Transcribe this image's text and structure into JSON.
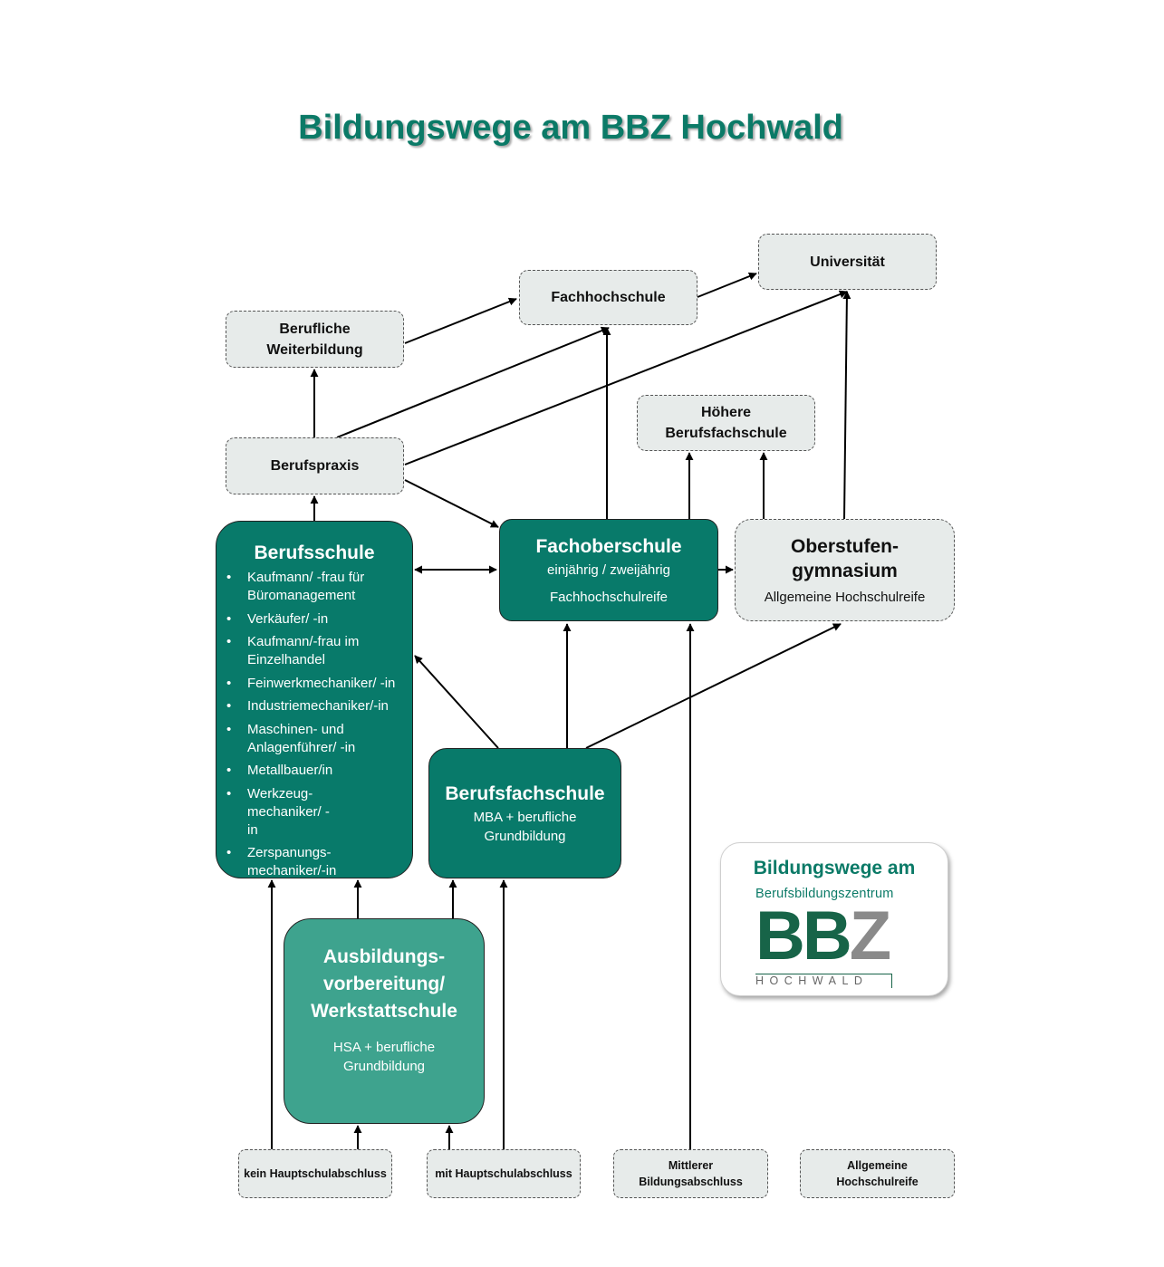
{
  "title": "Bildungswege am BBZ Hochwald",
  "nodes": {
    "universitaet": "Universität",
    "fachhochschule": "Fachhochschule",
    "berufliche_weiterbildung_1": "Berufliche",
    "berufliche_weiterbildung_2": "Weiterbildung",
    "hoehere_bfs_1": "Höhere",
    "hoehere_bfs_2": "Berufsfachschule",
    "berufspraxis": "Berufspraxis",
    "berufsschule": {
      "title": "Berufsschule",
      "items": [
        "Kaufmann/ -frau für Büromanagement",
        "Verkäufer/ -in",
        "Kaufmann/-frau im Einzelhandel",
        "Feinwerkmechaniker/ -in",
        "Industriemechaniker/-in",
        "Maschinen- und Anlagenführer/ -in",
        "Metallbauer/in",
        "Werkzeug-mechaniker/ -in",
        "Zerspanungs-mechaniker/-in"
      ]
    },
    "fachoberschule": {
      "title": "Fachoberschule",
      "line1": "einjährig / zweijährig",
      "line2": "Fachhochschulreife"
    },
    "oberstufe": {
      "title1": "Oberstufen-",
      "title2": "gymnasium",
      "line1": "Allgemeine Hochschulreife"
    },
    "berufsfachschule": {
      "title": "Berufsfachschule",
      "line1": "MBA + berufliche",
      "line2": "Grundbildung"
    },
    "ausbildung": {
      "title1": "Ausbildungs-",
      "title2": "vorbereitung/",
      "title3": "Werkstattschule",
      "line1": "HSA + berufliche",
      "line2": "Grundbildung"
    },
    "kein_hsa": "kein Hauptschulabschluss",
    "mit_hsa": "mit Hauptschulabschluss",
    "mittlerer_1": "Mittlerer",
    "mittlerer_2": "Bildungsabschluss",
    "allg_hsr_1": "Allgemeine",
    "allg_hsr_2": "Hochschulreife"
  },
  "logo": {
    "top": "Bildungswege am",
    "sub": "Berufsbildungszentrum",
    "bb": "BB",
    "z": "Z",
    "hochwald": "HOCHWALD"
  },
  "colors": {
    "dark_green": "#087a6a",
    "mid_green": "#3ea38e",
    "light_box": "#e7ebea",
    "title_green": "#0b7a67"
  }
}
